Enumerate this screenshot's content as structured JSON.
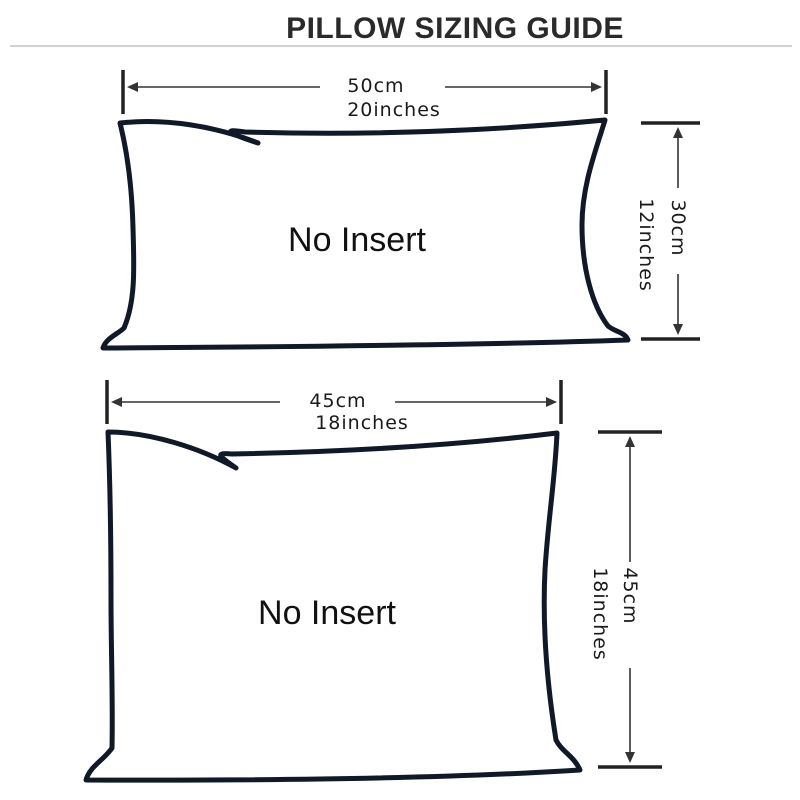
{
  "title": "PILLOW SIZING GUIDE",
  "colors": {
    "outline": "#111827",
    "text": "#111111",
    "title": "#2a2a2a"
  },
  "pillows": [
    {
      "label": "No Insert",
      "width_cm": "50cm",
      "width_in": "20inches",
      "height_cm": "30cm",
      "height_in": "12inches"
    },
    {
      "label": "No Insert",
      "width_cm": "45cm",
      "width_in": "18inches",
      "height_cm": "45cm",
      "height_in": "18inches"
    }
  ]
}
